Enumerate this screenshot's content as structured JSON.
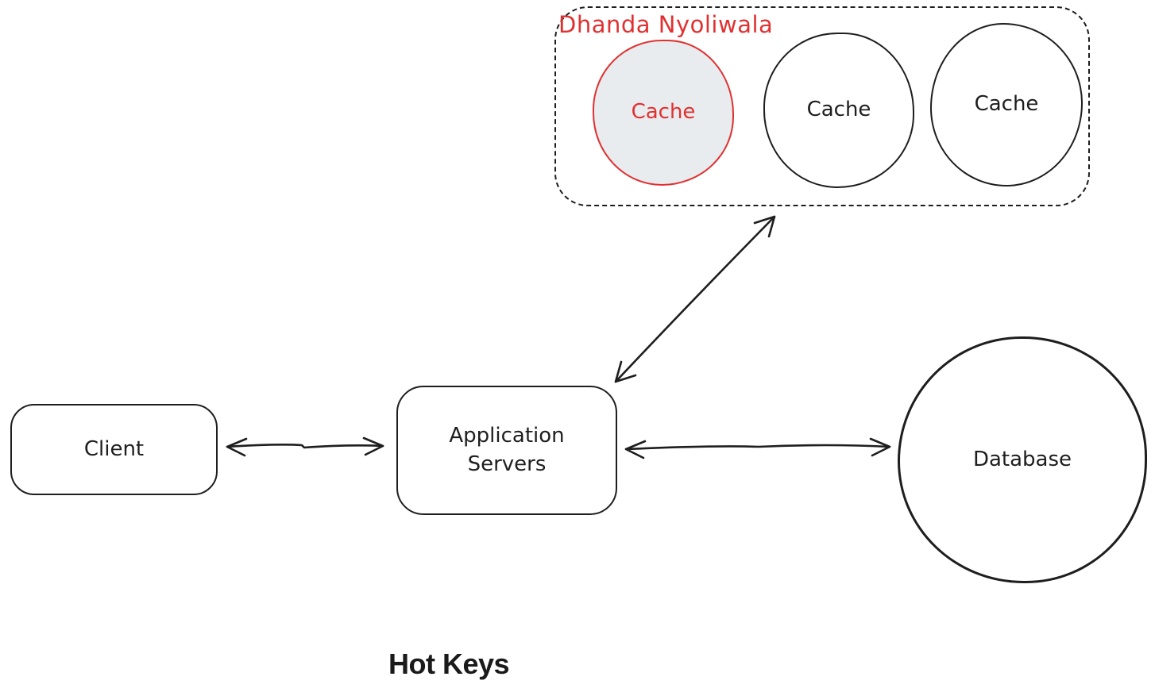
{
  "cluster": {
    "label": "Dhanda Nyoliwala"
  },
  "nodes": {
    "cache_hot": {
      "label": "Cache"
    },
    "cache_2": {
      "label": "Cache"
    },
    "cache_3": {
      "label": "Cache"
    },
    "client": {
      "label": "Client"
    },
    "app_servers": {
      "label": "Application Servers"
    },
    "database": {
      "label": "Database"
    }
  },
  "caption": {
    "text": "Hot Keys"
  },
  "colors": {
    "stroke": "#1e1e1e",
    "accent_red": "#e03131",
    "hot_cache_fill": "#e9ecef"
  }
}
